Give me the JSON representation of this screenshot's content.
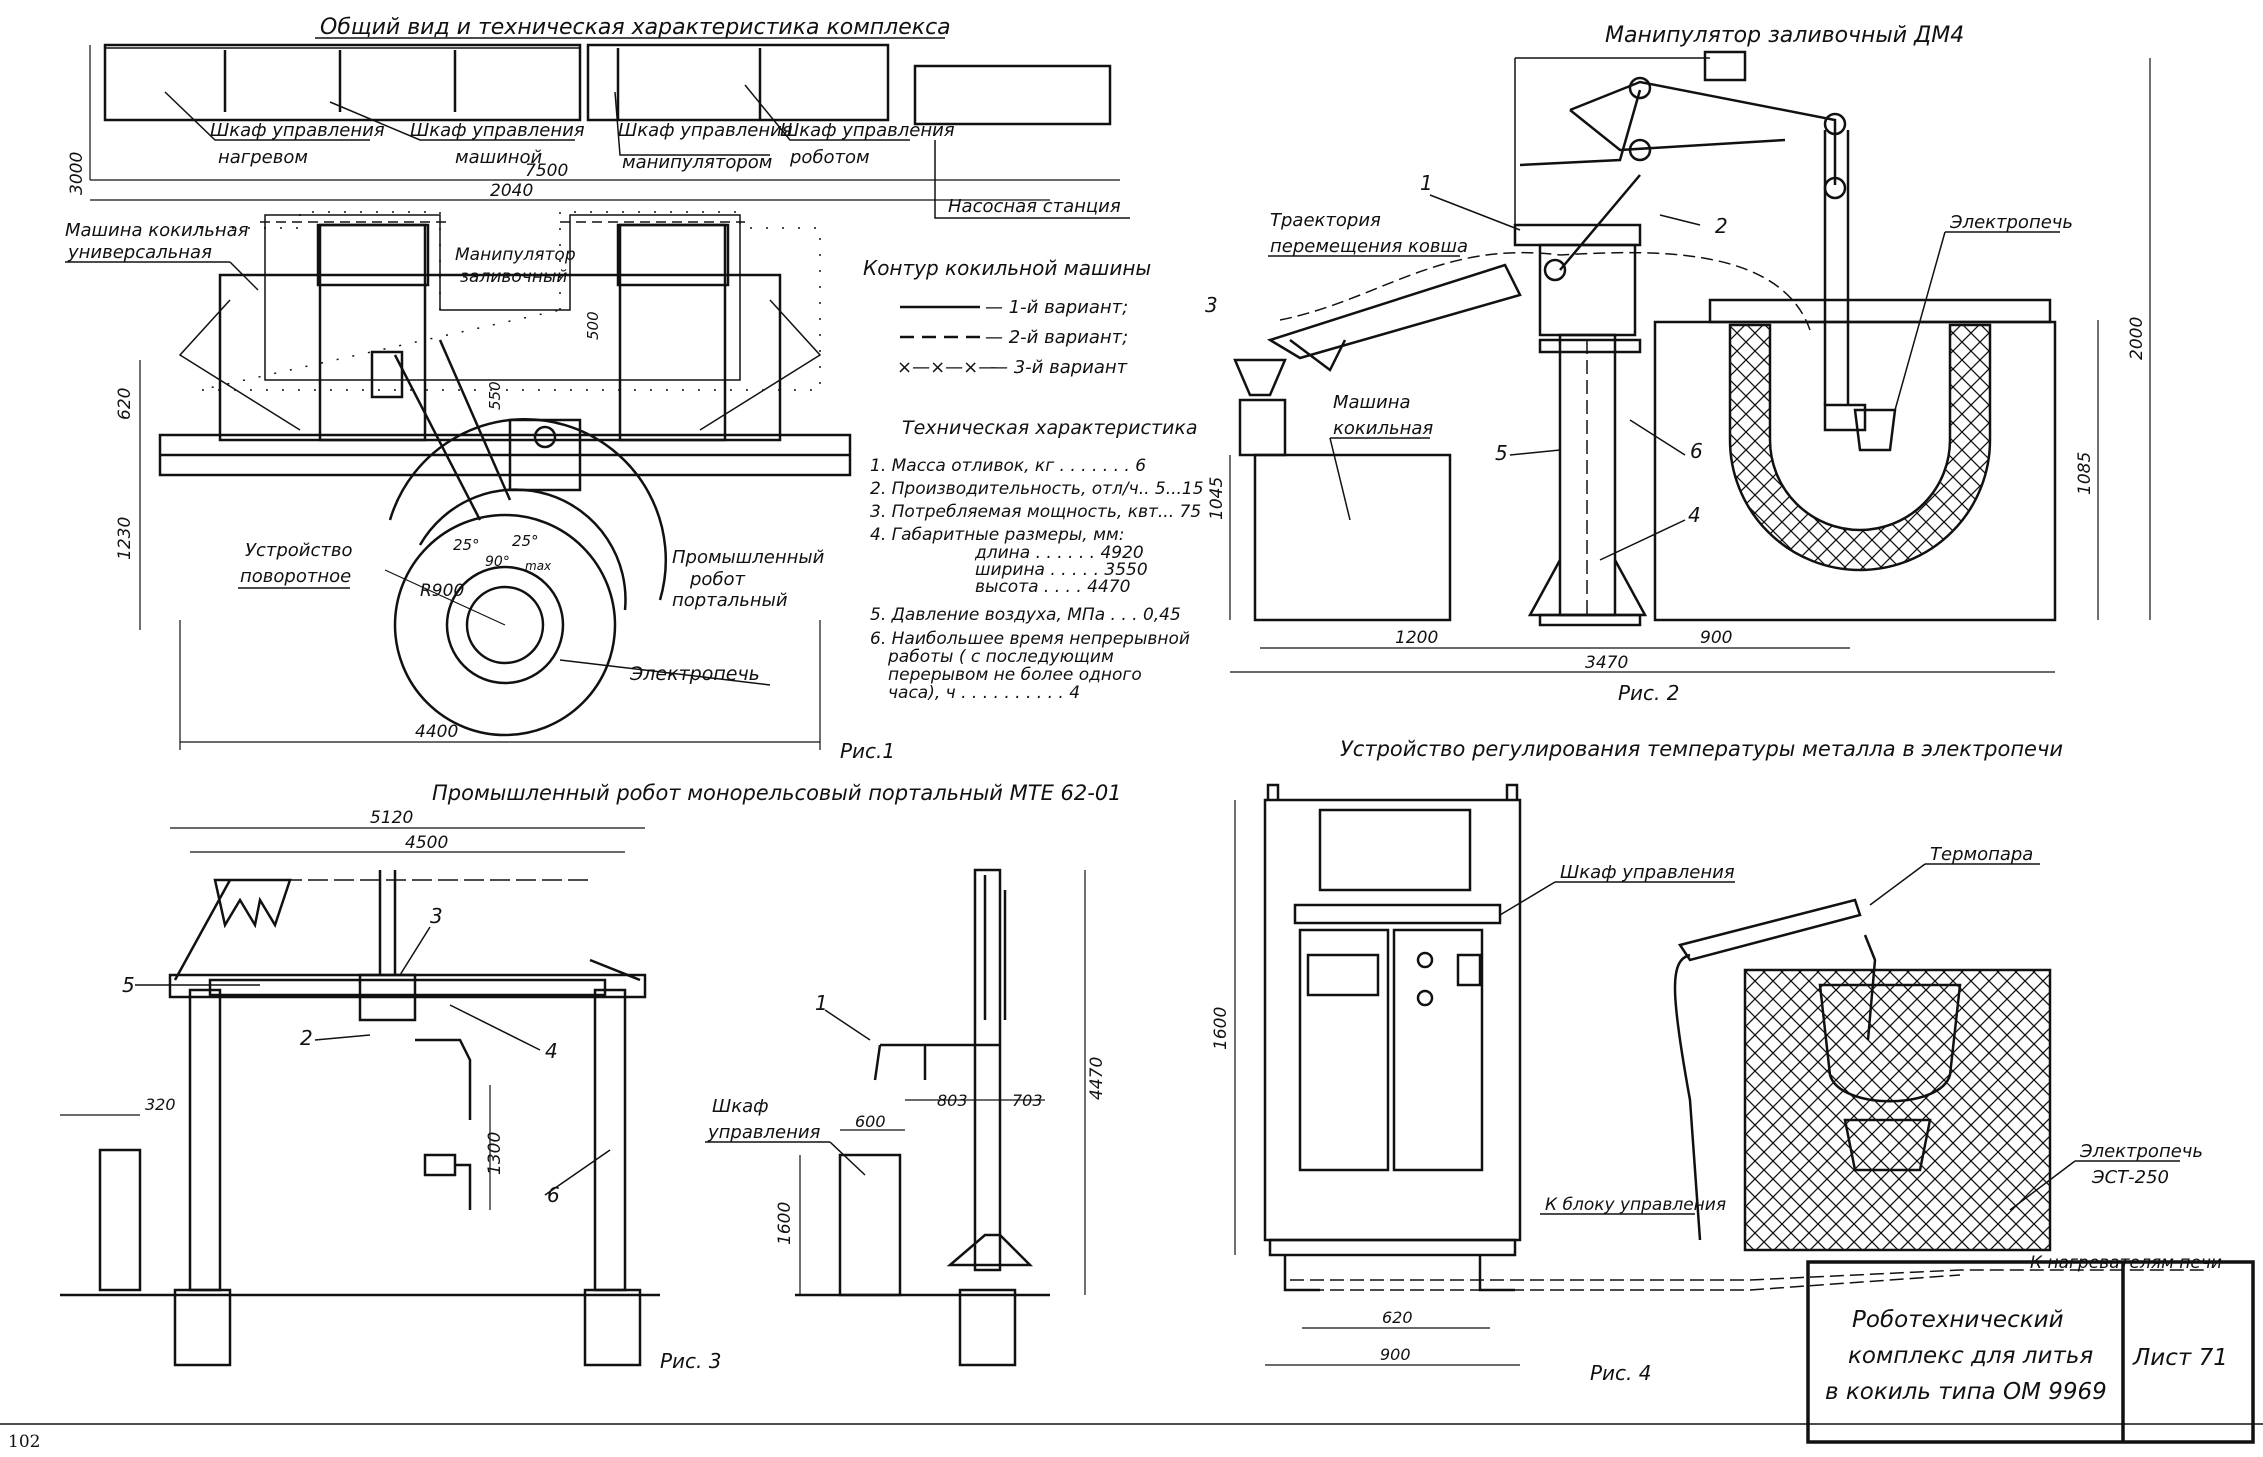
{
  "fig1": {
    "title": "Общий вид и техническая характеристика комплекса",
    "caption": "Рис.1",
    "top_labels": {
      "heating_cabinet_1": "Шкаф управления",
      "heating_cabinet_2": "нагревом",
      "machine_cabinet_1": "Шкаф управления",
      "machine_cabinet_2": "машиной",
      "manip_cabinet_1": "Шкаф управления",
      "manip_cabinet_2": "манипулятором",
      "robot_cabinet_1": "Шкаф управления",
      "robot_cabinet_2": "роботом",
      "pump_station": "Насосная станция"
    },
    "labels": {
      "machine_1": "Машина кокильная",
      "machine_2": "универсальная",
      "manipulator_1": "Манипулятор",
      "manipulator_2": "заливочный",
      "rotary_1": "Устройство",
      "rotary_2": "поворотное",
      "robot_1": "Промышленный",
      "robot_2": "робот",
      "robot_3": "портальный",
      "furnace": "Электропечь"
    },
    "dims": {
      "d3000": "3000",
      "d7500": "7500",
      "d2040": "2040",
      "d620": "620",
      "d1230": "1230",
      "d500": "500",
      "d550": "550",
      "d4400": "4400",
      "r900": "R900",
      "a25a": "25°",
      "a25b": "25°",
      "a90": "90°",
      "amax": "max"
    }
  },
  "contour": {
    "title": "Контур кокильной машины",
    "variants": [
      "— 1-й вариант;",
      "— 2-й вариант;",
      "— 3-й вариант"
    ]
  },
  "tech": {
    "title": "Техническая характеристика",
    "items": [
      "1. Масса отливок, кг . . . . . . . 6",
      "2. Производительность, отл/ч.. 5...15",
      "3. Потребляемая мощность, квт... 75",
      "4. Габаритные размеры, мм:",
      "длина . . . . . . 4920",
      "ширина . . . . . 3550",
      "высота . . . . 4470",
      "5. Давление воздуха, МПа . . . 0,45",
      "6. Наибольшее время непрерывной",
      "работы ( с последующим",
      "перерывом не более одного",
      "часа), ч . . . . . . . . . . 4"
    ]
  },
  "fig2": {
    "title": "Манипулятор заливочный ДМ4",
    "caption": "Рис. 2",
    "labels": {
      "trajectory_1": "Траектория",
      "trajectory_2": "перемещения ковша",
      "machine_1": "Машина",
      "machine_2": "кокильная",
      "furnace": "Электропечь"
    },
    "callouts": [
      "1",
      "2",
      "3",
      "4",
      "5",
      "6"
    ],
    "dims": {
      "d1045": "1045",
      "d1200": "1200",
      "d900": "900",
      "d3470": "3470",
      "d2000": "2000",
      "d1085": "1085"
    }
  },
  "fig3": {
    "title": "Промышленный робот монорельсовый портальный МТЕ 62-01",
    "caption": "Рис. 3",
    "callouts": [
      "1",
      "2",
      "3",
      "4",
      "5",
      "6"
    ],
    "labels": {
      "cabinet_1": "Шкаф",
      "cabinet_2": "управления"
    },
    "dims": {
      "d5120": "5120",
      "d4500": "4500",
      "d320": "320",
      "d1300": "1300",
      "d600": "600",
      "d1600": "1600",
      "d803": "803",
      "d703": "703",
      "d4470": "4470"
    }
  },
  "fig4": {
    "title": "Устройство регулирования температуры металла в электропечи",
    "caption": "Рис. 4",
    "labels": {
      "cabinet": "Шкаф управления",
      "thermocouple": "Термопара",
      "furnace_1": "Электропечь",
      "furnace_2": "ЭСТ-250",
      "to_control": "К блоку управления",
      "to_heaters": "К нагревателям печи"
    },
    "dims": {
      "d1600": "1600",
      "d620": "620",
      "d900": "900"
    }
  },
  "title_block": {
    "name_1": "Роботехнический",
    "name_2": "комплекс для литья",
    "name_3": "в кокиль типа ОМ 9969",
    "sheet": "Лист 71"
  },
  "page_number": "102"
}
